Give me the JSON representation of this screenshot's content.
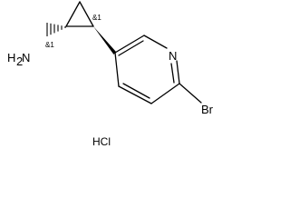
{
  "molecule": {
    "amine_label": "H2N",
    "amine_label_main": "H",
    "amine_label_sub": "2",
    "amine_label_tail": "N",
    "ring_nitrogen": "N",
    "bromine": "Br",
    "stereo_1": "&1",
    "stereo_2": "&1",
    "salt": "HCl"
  }
}
